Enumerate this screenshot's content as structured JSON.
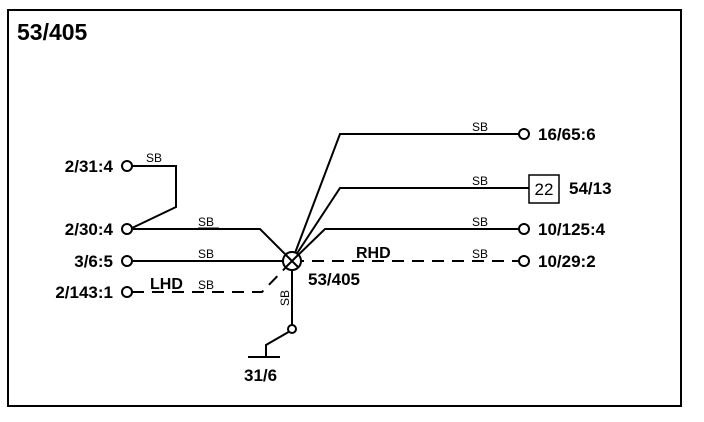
{
  "title": "53/405",
  "splice": {
    "label": "53/405"
  },
  "ground": {
    "label": "31/6"
  },
  "left_connectors": {
    "c1": "2/31:4",
    "c2": "2/30:4",
    "c3": "3/6:5",
    "c4": "2/143:1"
  },
  "right_connectors": {
    "c1": "16/65:6",
    "c2": "54/13",
    "c3": "10/125:4",
    "c4": "10/29:2"
  },
  "component_box": "22",
  "wire_code": "SB",
  "variants": {
    "lhd": "LHD",
    "rhd": "RHD"
  },
  "colors": {
    "line": "#000000",
    "background": "#ffffff"
  }
}
